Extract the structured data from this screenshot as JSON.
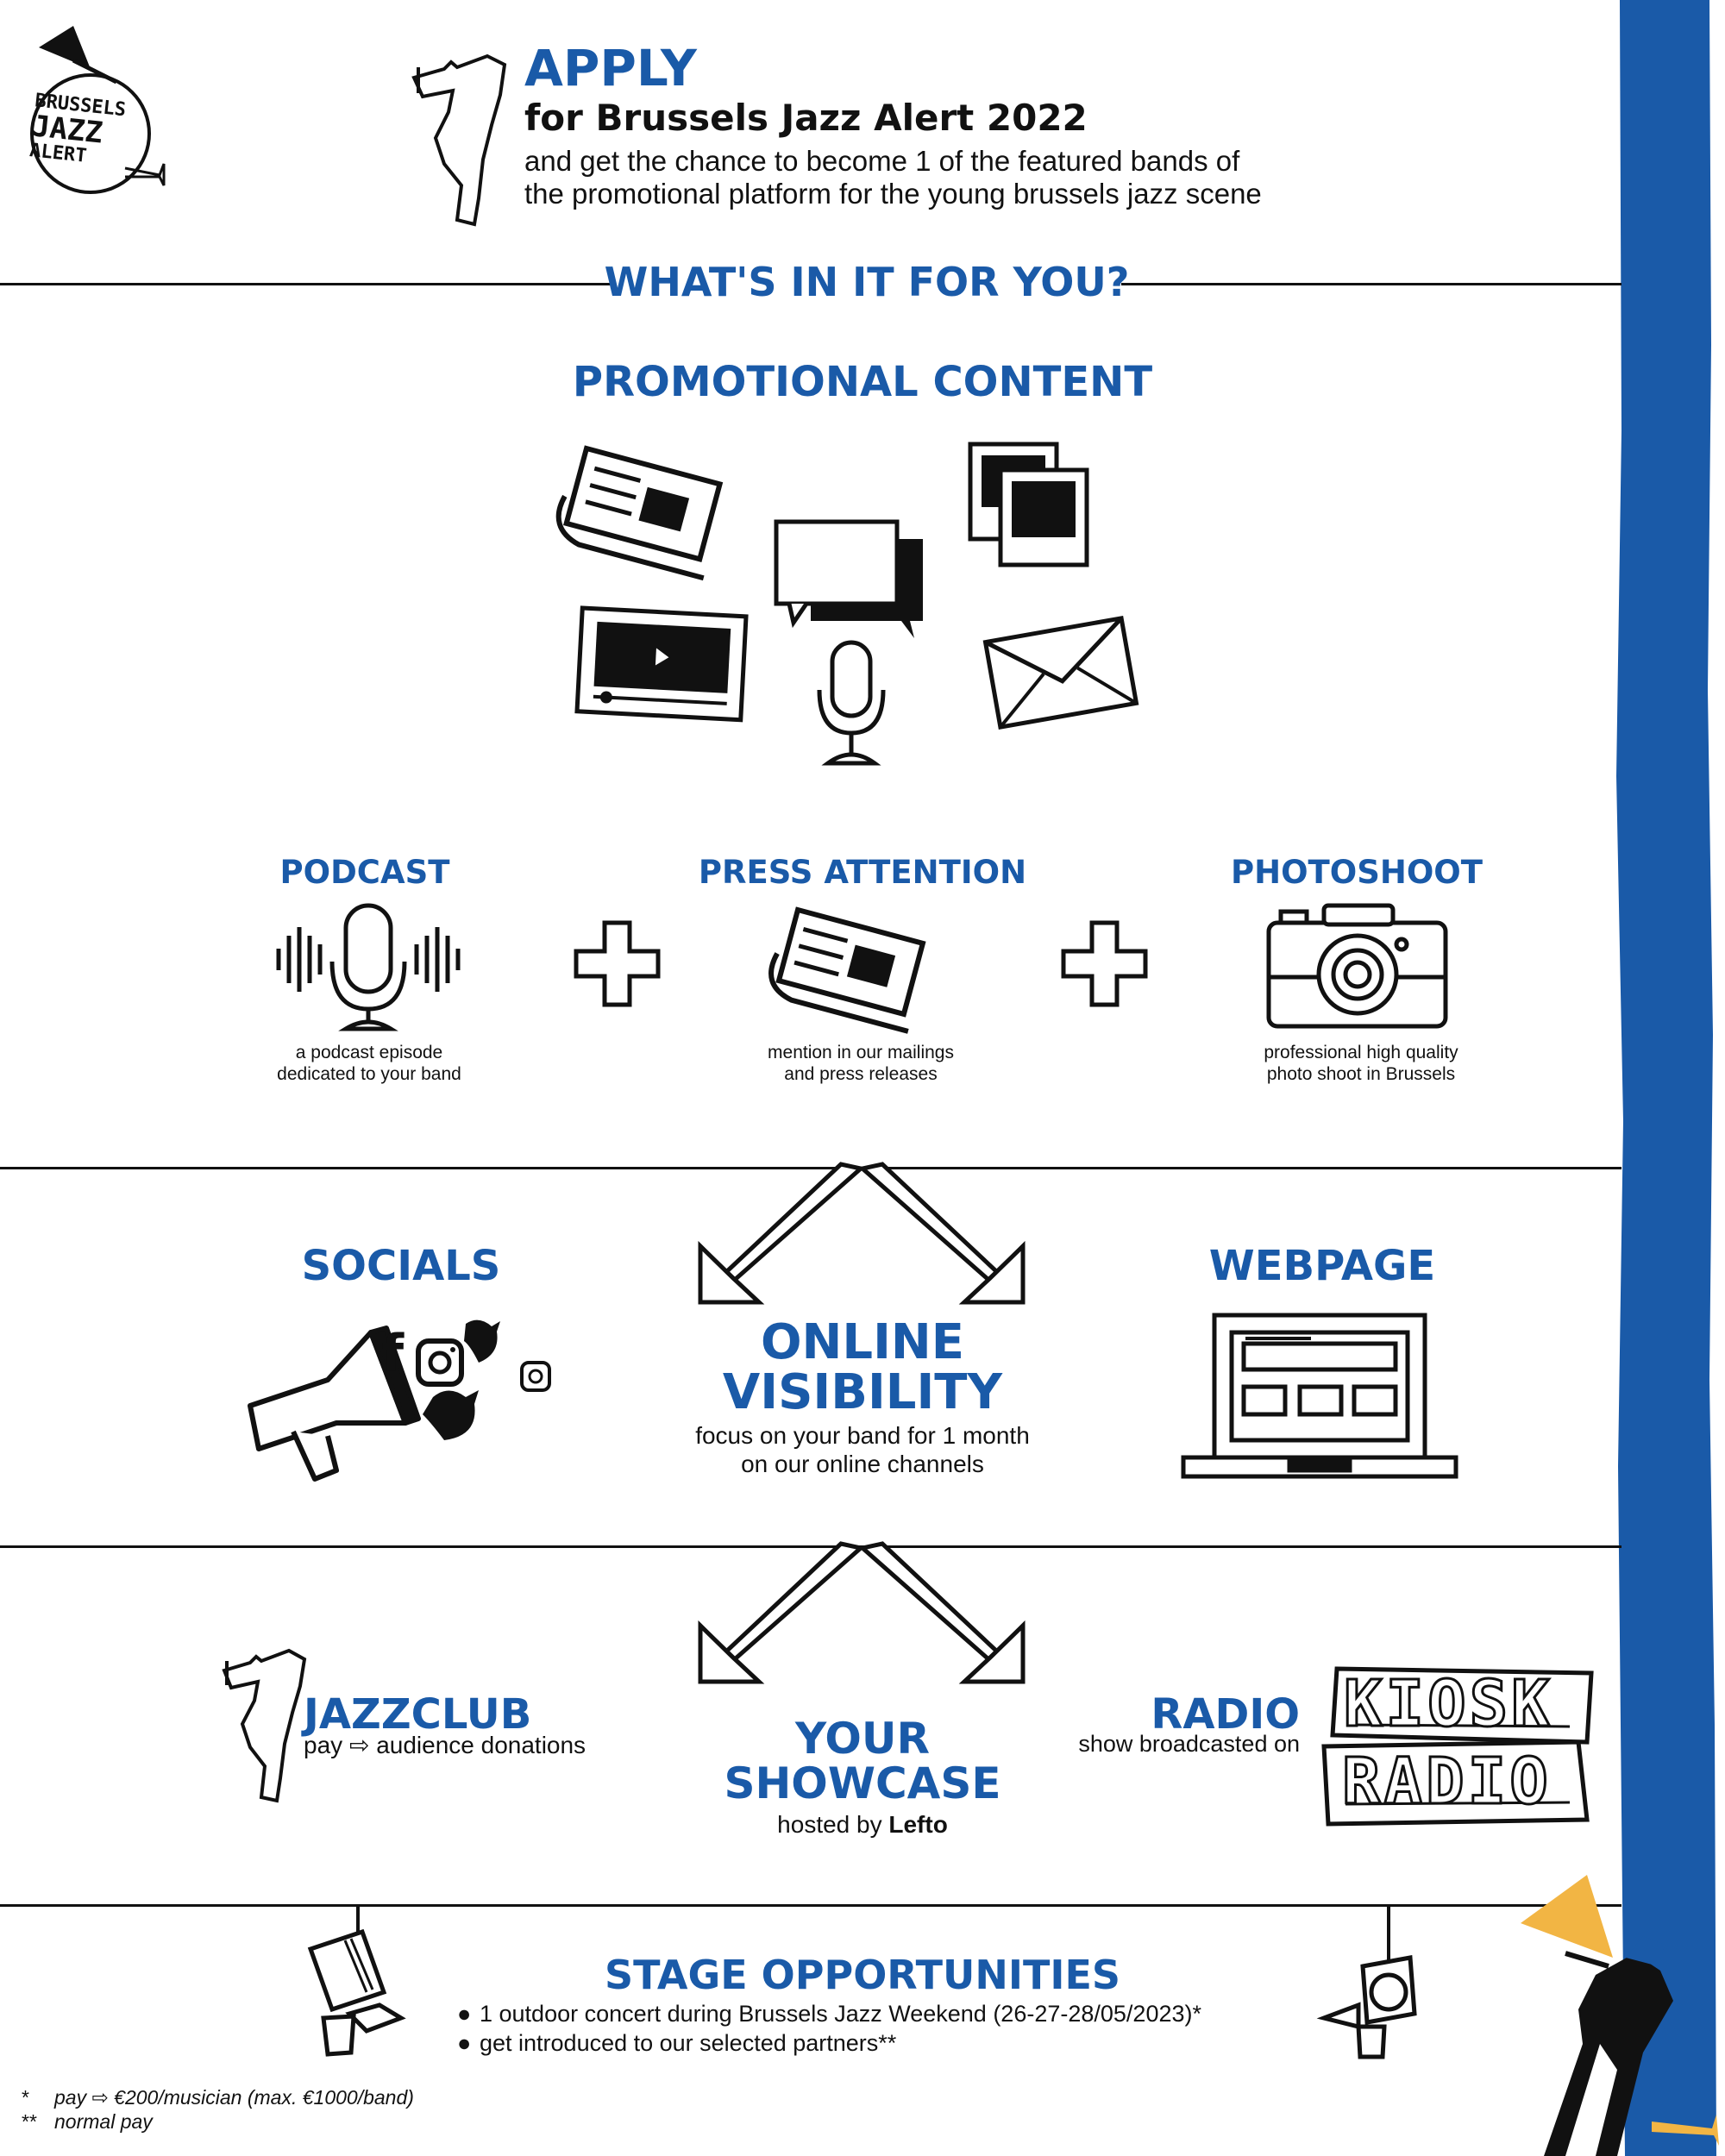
{
  "colors": {
    "accent": "#1a5aa8",
    "ink": "#111111",
    "yellow": "#f2b544"
  },
  "logo": {
    "text_1": "BRUSSELS",
    "text_2": "JAZZ",
    "text_3": "ALERT",
    "icon": "trumpet-icon"
  },
  "header": {
    "title": "APPLY",
    "subtitle": "for Brussels Jazz Alert 2022",
    "tagline_1": "and get the chance to become 1 of the featured bands of",
    "tagline_2": "the promotional platform for the young brussels jazz scene"
  },
  "whats_in_it": "WHAT'S IN IT FOR YOU?",
  "promo": {
    "title": "PROMOTIONAL CONTENT",
    "icons": [
      "newspaper-icon",
      "photos-icon",
      "chat-icon",
      "video-icon",
      "microphone-icon",
      "envelope-icon"
    ]
  },
  "features": [
    {
      "title": "PODCAST",
      "desc_1": "a podcast episode",
      "desc_2": "dedicated to your band",
      "icon": "podcast-icon"
    },
    {
      "title": "PRESS ATTENTION",
      "desc_1": "mention in our mailings",
      "desc_2": "and press releases",
      "icon": "newspaper-icon"
    },
    {
      "title": "PHOTOSHOOT",
      "desc_1": "professional high quality",
      "desc_2": "photo shoot in Brussels",
      "icon": "camera-icon"
    }
  ],
  "online": {
    "title_1": "ONLINE",
    "title_2": "VISIBILITY",
    "desc_1": "focus on your band for 1 month",
    "desc_2": "on our online channels",
    "socials": "SOCIALS",
    "webpage": "WEBPAGE"
  },
  "showcase": {
    "jazzclub": "JAZZCLUB",
    "jazzclub_pay": "pay",
    "jazzclub_desc": "audience donations",
    "title_1": "YOUR",
    "title_2": "SHOWCASE",
    "hosted_by": "hosted by",
    "host": "Lefto",
    "radio": "RADIO",
    "radio_desc": "show broadcasted on",
    "kiosk_1": "KIOSK",
    "kiosk_2": "RADIO"
  },
  "stage": {
    "title": "STAGE OPPORTUNITIES",
    "bullets": [
      "1 outdoor concert during Brussels Jazz Weekend (26-27-28/05/2023)*",
      "get introduced to our selected partners**"
    ]
  },
  "footnotes": {
    "mark_1": "*",
    "note_1_pay": "pay",
    "note_1": "€200/musician (max. €1000/band)",
    "mark_2": "**",
    "note_2": "normal pay"
  }
}
